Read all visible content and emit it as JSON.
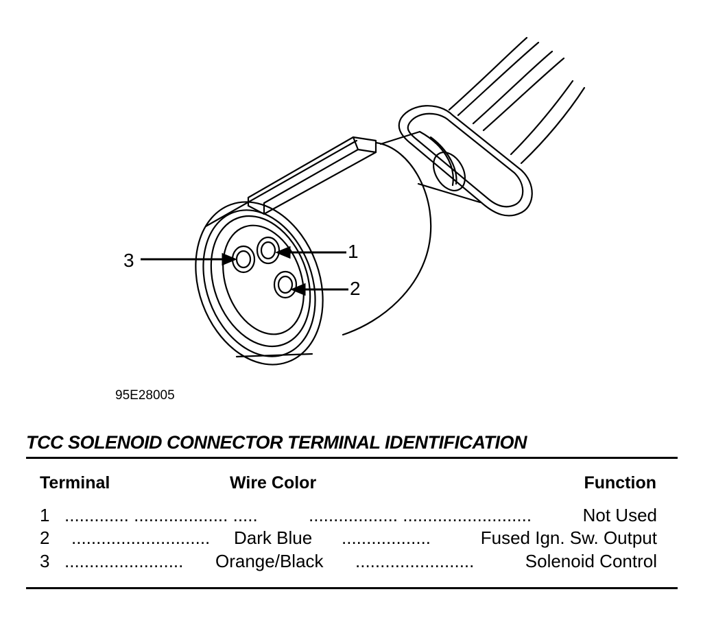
{
  "diagram": {
    "figure_id": "95E28005",
    "callouts": [
      "1",
      "2",
      "3"
    ]
  },
  "table": {
    "title": "TCC SOLENOID CONNECTOR TERMINAL IDENTIFICATION",
    "headers": {
      "terminal": "Terminal",
      "wire_color": "Wire Color",
      "function": "Function"
    },
    "rows": [
      {
        "terminal": "1",
        "dots_a": "............. ................... .....",
        "wire_color": "",
        "dots_b": ".................. ..........................",
        "function": "Not Used"
      },
      {
        "terminal": "2",
        "dots_a": "............................",
        "wire_color": "Dark Blue",
        "dots_b": "..................",
        "function": "Fused Ign. Sw. Output"
      },
      {
        "terminal": "3",
        "dots_a": "........................",
        "wire_color": "Orange/Black",
        "dots_b": "........................",
        "function": "Solenoid Control"
      }
    ]
  }
}
